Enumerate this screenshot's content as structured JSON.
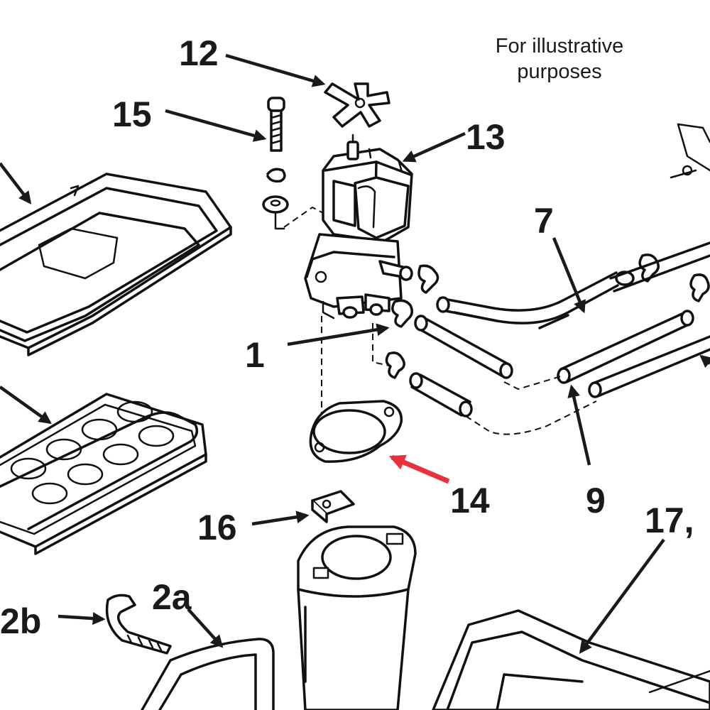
{
  "note": {
    "line1": "For illustrative",
    "line2": "purposes"
  },
  "callouts": {
    "c12": "12",
    "c15": "15",
    "c13": "13",
    "c7": "7",
    "c1": "1",
    "c14": "14",
    "c9": "9",
    "c16": "16",
    "c17": "17,",
    "c2a": "2a",
    "c2b": "2b"
  },
  "colors": {
    "highlight_arrow": "#e8313a",
    "line": "#111111"
  }
}
